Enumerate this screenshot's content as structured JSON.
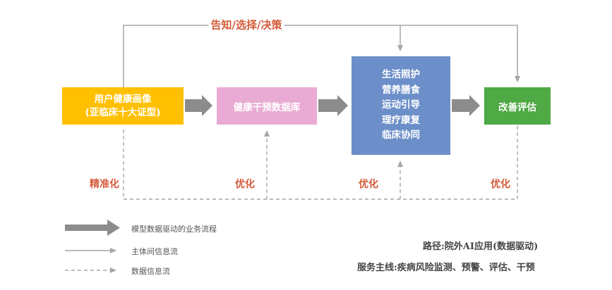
{
  "nodes": {
    "user_health": {
      "line1": "用户健康画像",
      "line2": "(亚临床十大证型)",
      "color": "#FFC000"
    },
    "intervention_db": {
      "label": "健康干预数据库",
      "color": "#E9ABD4"
    },
    "services": {
      "items": [
        "生活照护",
        "营养膳食",
        "运动引导",
        "理疗康复",
        "临床协同"
      ],
      "color": "#6C8FC9"
    },
    "evaluation": {
      "label": "改善评估",
      "color": "#4FA944"
    }
  },
  "feedback_labels": {
    "top": "告知/选择/决策",
    "precision": "精准化",
    "optimize_1": "优化",
    "optimize_2": "优化",
    "optimize_3": "优化",
    "color": "#D45A3A"
  },
  "legend": {
    "thick_arrow": "模型数据驱动的业务流程",
    "solid_arrow": "主体间信息流",
    "dashed_arrow": "数据信息流"
  },
  "footer": {
    "path": "路径:院外AI应用(数据驱动)",
    "service_line": "服务主线:疾病风险监测、预警、评估、干预"
  },
  "colors": {
    "arrow_gray": "#8C8C8C",
    "line_gray": "#A6A6A6",
    "dashed_gray": "#A6A6A6"
  }
}
